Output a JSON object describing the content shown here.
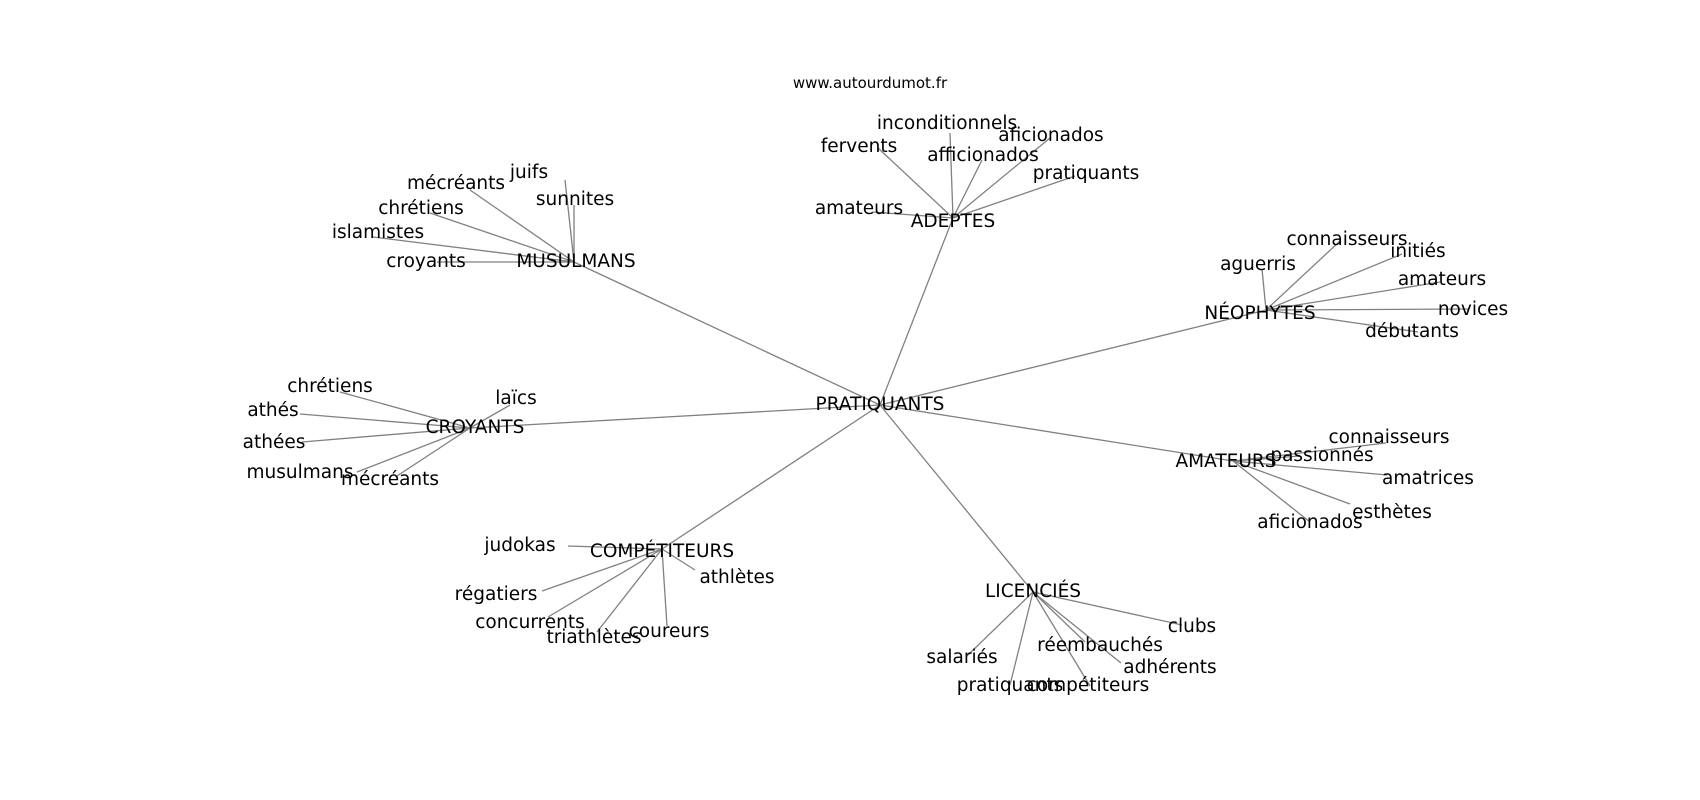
{
  "watermark": "www.autourdumot.fr",
  "center": "PRATIQUANTS",
  "hubs": [
    {
      "id": "musulmans",
      "label": "MUSULMANS",
      "words": [
        "juifs",
        "mécréants",
        "sunnites",
        "chrétiens",
        "islamistes",
        "croyants"
      ]
    },
    {
      "id": "adeptes",
      "label": "ADEPTES",
      "words": [
        "inconditionnels",
        "aficionados",
        "fervents",
        "afficionados",
        "pratiquants",
        "amateurs"
      ]
    },
    {
      "id": "neophytes",
      "label": "NÉOPHYTES",
      "words": [
        "connaisseurs",
        "initiés",
        "aguerris",
        "amateurs",
        "novices",
        "débutants"
      ]
    },
    {
      "id": "croyants",
      "label": "CROYANTS",
      "words": [
        "chrétiens",
        "laïcs",
        "athés",
        "athées",
        "musulmans",
        "mécréants"
      ]
    },
    {
      "id": "amateurs",
      "label": "AMATEURS",
      "words": [
        "connaisseurs",
        "passionnés",
        "amatrices",
        "esthètes",
        "aficionados"
      ]
    },
    {
      "id": "competiteurs",
      "label": "COMPÉTITEURS",
      "words": [
        "judokas",
        "athlètes",
        "régatiers",
        "concurrents",
        "coureurs",
        "triathlètes"
      ]
    },
    {
      "id": "licencies",
      "label": "LICENCIÉS",
      "words": [
        "clubs",
        "réembauchés",
        "salariés",
        "adhérents",
        "pratiquants",
        "compétiteurs"
      ]
    }
  ]
}
